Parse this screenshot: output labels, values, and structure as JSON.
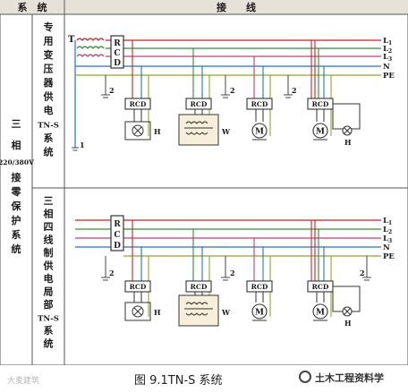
{
  "header": {
    "col_system": "系　统",
    "col_wiring": "接　　线"
  },
  "left_column": {
    "top": "三相",
    "voltage": "220/380V",
    "bottom": "接零保护系统"
  },
  "system_labels": {
    "upper": "专用变压器供电TN-S系统",
    "lower": "三相四线制供电局部TN-S系统"
  },
  "upper_diagram": {
    "transformer_label": "T",
    "lines": [
      "L",
      "L",
      "L",
      "N",
      "PE"
    ],
    "line_subscripts": [
      "1",
      "2",
      "3",
      "",
      ""
    ],
    "rcd_main": "RCD",
    "ground_labels": [
      "2",
      "2",
      "2",
      "1"
    ],
    "branches": [
      {
        "rcd": "RCD",
        "device": "H"
      },
      {
        "rcd": "RCD",
        "device": "W"
      },
      {
        "rcd": "RCD",
        "device": "M"
      },
      {
        "rcd": "RCD",
        "device": "M",
        "extra": "H"
      }
    ]
  },
  "lower_diagram": {
    "lines": [
      "L",
      "L",
      "L",
      "N",
      "PE"
    ],
    "line_subscripts": [
      "1",
      "2",
      "3",
      "",
      ""
    ],
    "rcd_main": "RCD",
    "ground_labels": [
      "2",
      "2",
      "2"
    ],
    "branches": [
      {
        "rcd": "RCD",
        "device": "H"
      },
      {
        "rcd": "RCD",
        "device": "W"
      },
      {
        "rcd": "RCD",
        "device": "M"
      },
      {
        "rcd": "RCD",
        "device": "M",
        "extra": "H"
      }
    ]
  },
  "caption": "图 9.1TN-S  系统",
  "watermark_left": "大麦建筑",
  "watermark_right": "土木工程资料学",
  "colors": {
    "L1": "#cc2222",
    "L2": "#3a8a3a",
    "L3": "#c04070",
    "N": "#2a6fc0",
    "PE": "#8aa830",
    "header_bg": "#e6e2d8",
    "border": "#555555"
  }
}
